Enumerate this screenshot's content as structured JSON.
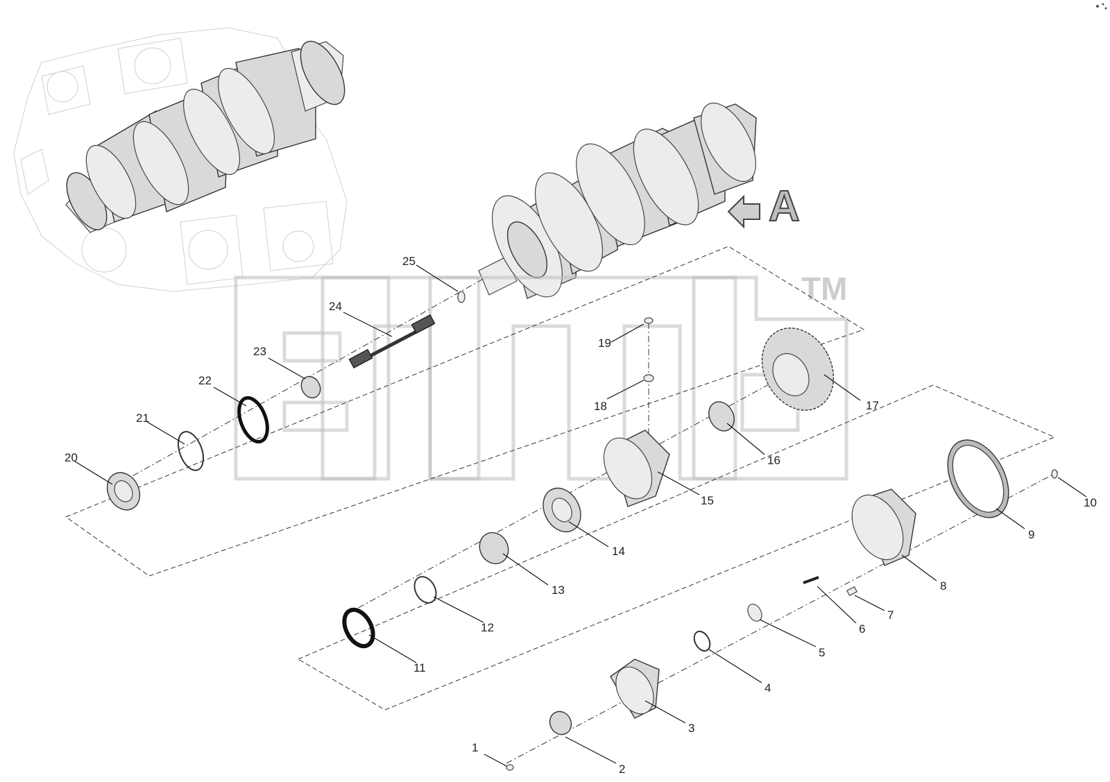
{
  "view_label": "A",
  "watermark": {
    "mark": "TM"
  },
  "callouts": [
    {
      "label": "1"
    },
    {
      "label": "2"
    },
    {
      "label": "3"
    },
    {
      "label": "4"
    },
    {
      "label": "5"
    },
    {
      "label": "6"
    },
    {
      "label": "7"
    },
    {
      "label": "8"
    },
    {
      "label": "9"
    },
    {
      "label": "10"
    },
    {
      "label": "11"
    },
    {
      "label": "12"
    },
    {
      "label": "13"
    },
    {
      "label": "14"
    },
    {
      "label": "15"
    },
    {
      "label": "16"
    },
    {
      "label": "17"
    },
    {
      "label": "18"
    },
    {
      "label": "19"
    },
    {
      "label": "20"
    },
    {
      "label": "21"
    },
    {
      "label": "22"
    },
    {
      "label": "23"
    },
    {
      "label": "24"
    },
    {
      "label": "25"
    }
  ],
  "colors": {
    "line": "#111111",
    "part_fill": "#d9d9d9",
    "watermark": "#bdbdbd"
  }
}
